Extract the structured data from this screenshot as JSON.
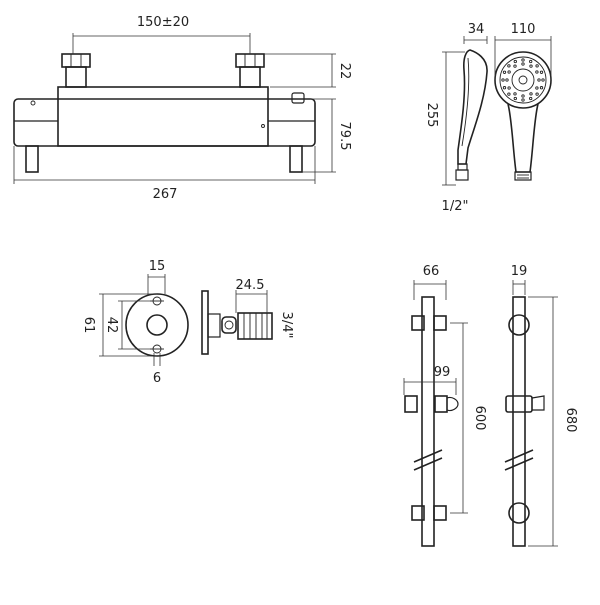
{
  "diagram": {
    "valve": {
      "centres": "150±20",
      "inlet_height": "22",
      "body_height": "79.5",
      "overall_length": "267"
    },
    "handset": {
      "depth": "34",
      "head_diameter": "110",
      "length": "255",
      "connection": "1/2\""
    },
    "fixing": {
      "offset": "15",
      "plate_diameter": "61",
      "hole_centres": "42",
      "thickness": "6",
      "nut_length": "24.5",
      "thread": "3/4\""
    },
    "rail": {
      "bracket_depth": "66",
      "slider_depth": "99",
      "bar_diameter": "19",
      "fixing_centres": "600",
      "overall_length": "680"
    }
  }
}
